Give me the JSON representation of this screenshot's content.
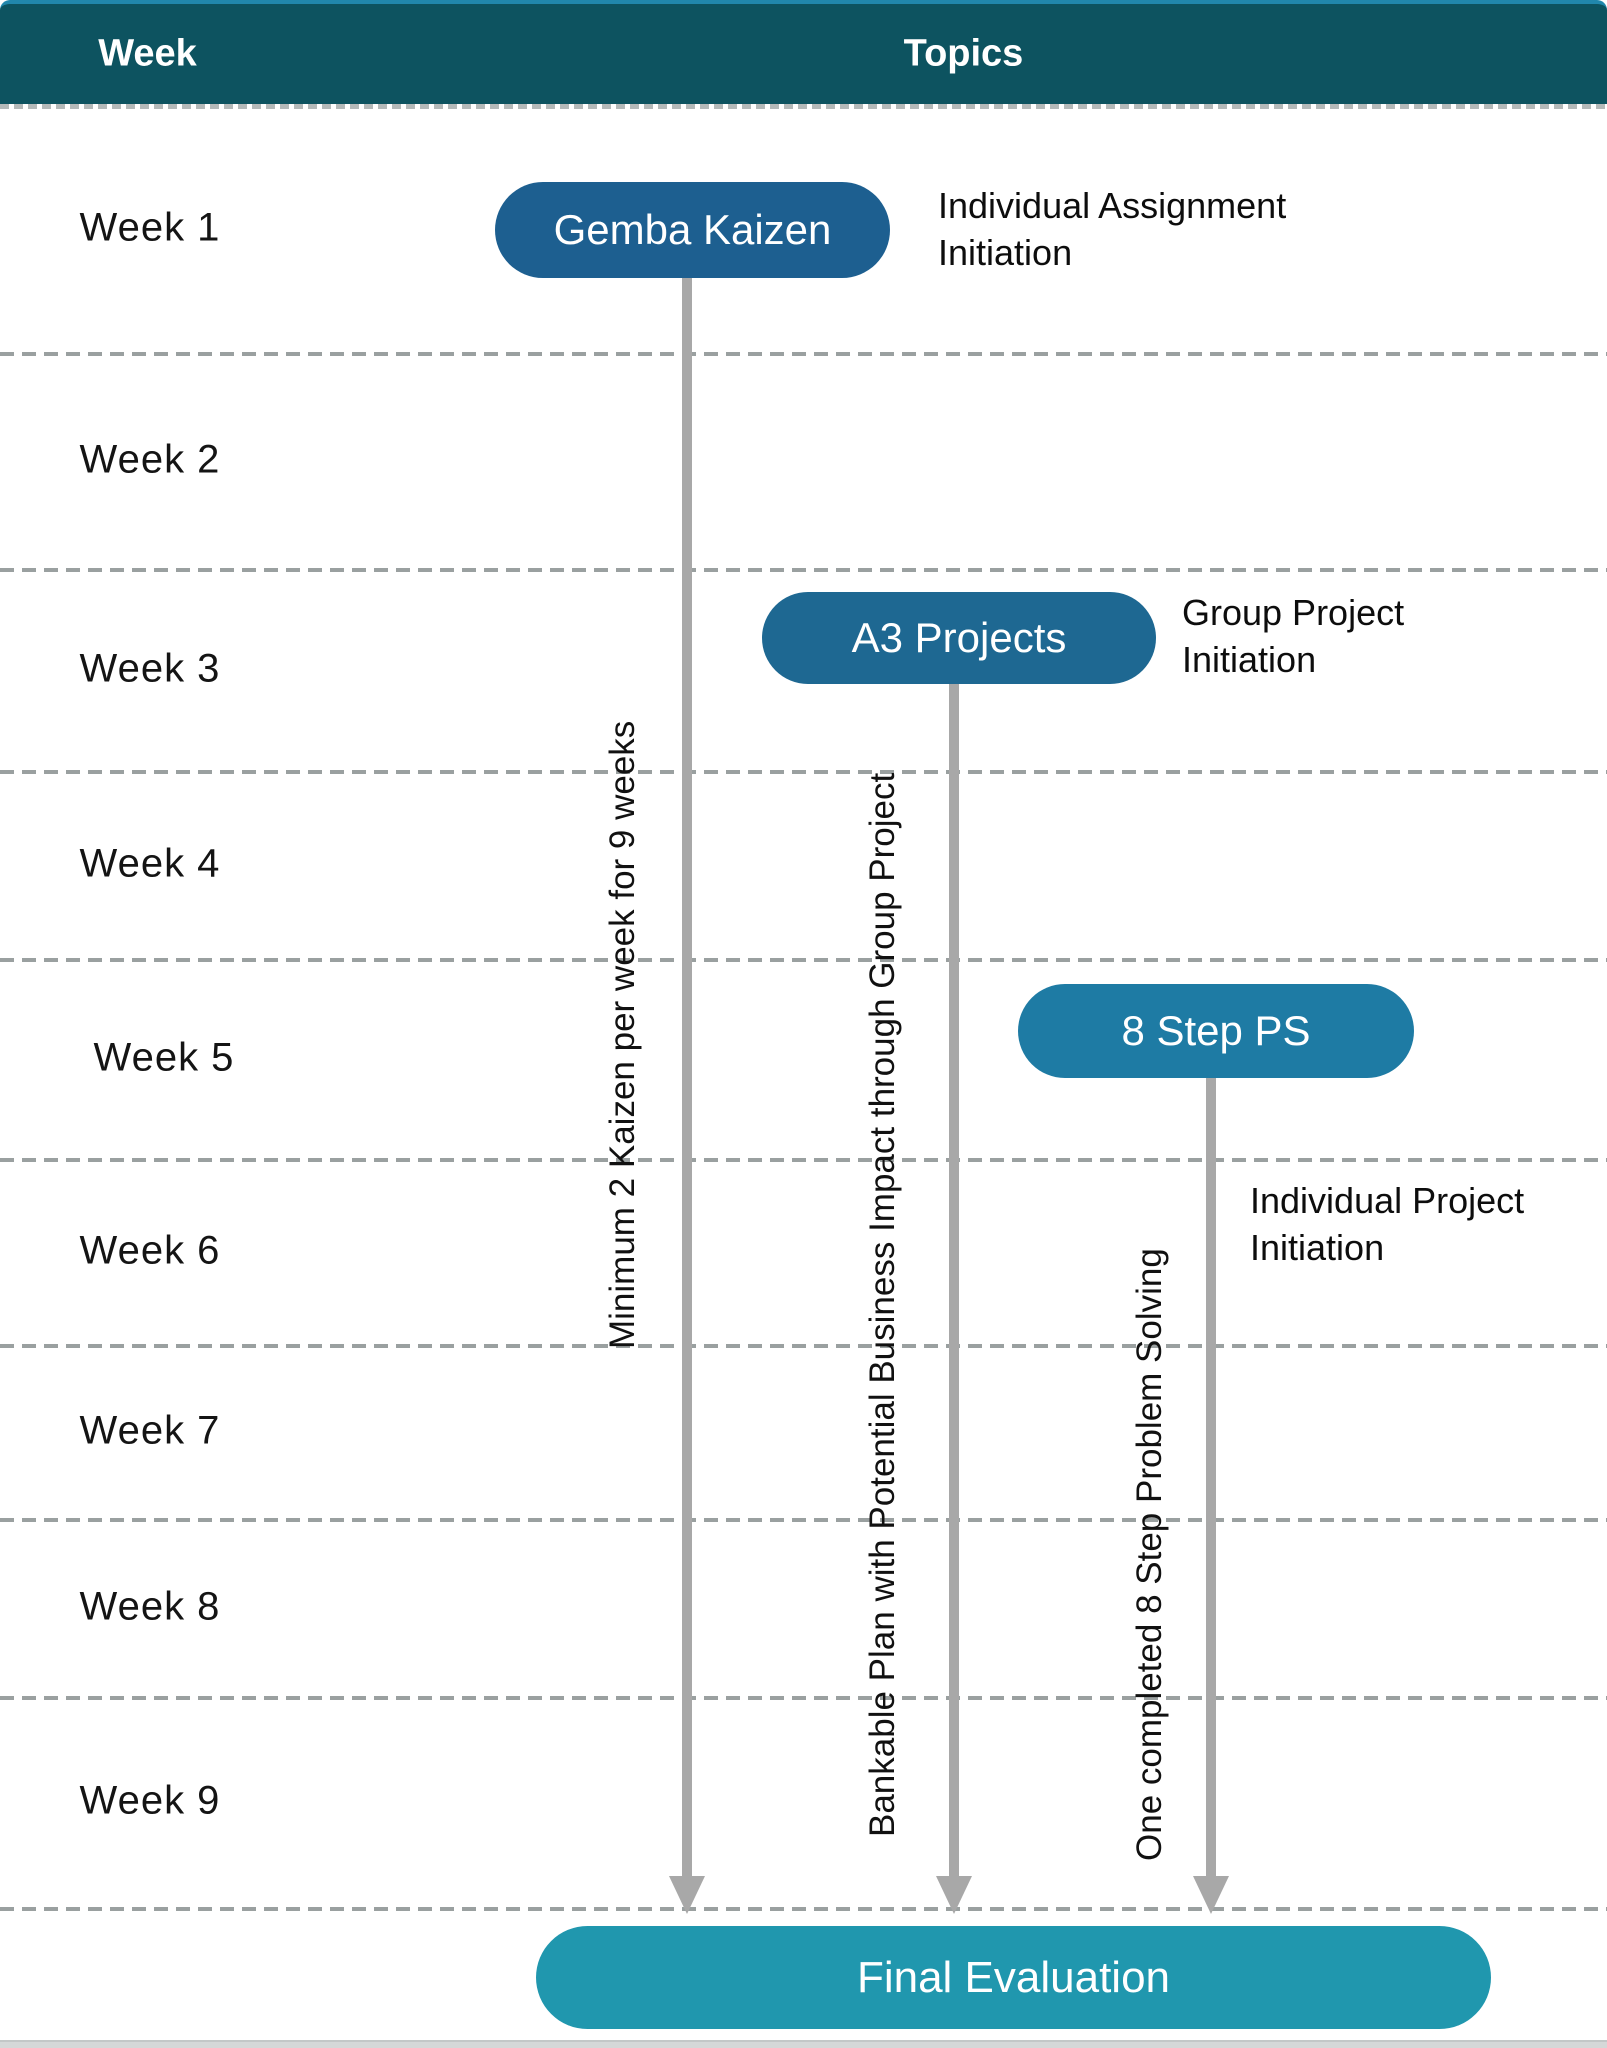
{
  "header": {
    "week_column": "Week",
    "topics_column": "Topics"
  },
  "weeks": [
    "Week 1",
    "Week 2",
    "Week 3",
    "Week 4",
    "Week 5",
    "Week 6",
    "Week 7",
    "Week 8",
    "Week 9"
  ],
  "topics": [
    {
      "label": "Gemba Kaizen",
      "initiation_note": "Individual Assignment Initiation",
      "deliverable_note": "Minimum 2 Kaizen per week for 9 weeks",
      "pill_color": "#1d5f90"
    },
    {
      "label": "A3 Projects",
      "initiation_note": "Group Project Initiation",
      "deliverable_note": "Bankable Plan with Potential Business Impact through Group Project",
      "pill_color": "#1e6892"
    },
    {
      "label": "8 Step PS",
      "initiation_note": "Individual Project Initiation",
      "deliverable_note": "One completed 8 Step Problem Solving",
      "pill_color": "#1e7ba4"
    }
  ],
  "final_evaluation": {
    "label": "Final Evaluation",
    "pill_color": "#2097ae"
  },
  "colors": {
    "header_bg": "#0d5360",
    "header_accent_line": "#2187ac",
    "arrow_gray": "#a8a8a8",
    "separator_gray": "#9aa0a0",
    "bottom_bar": "#d5d8d8",
    "pill_text": "#ffffff",
    "text_black": "#111111"
  }
}
